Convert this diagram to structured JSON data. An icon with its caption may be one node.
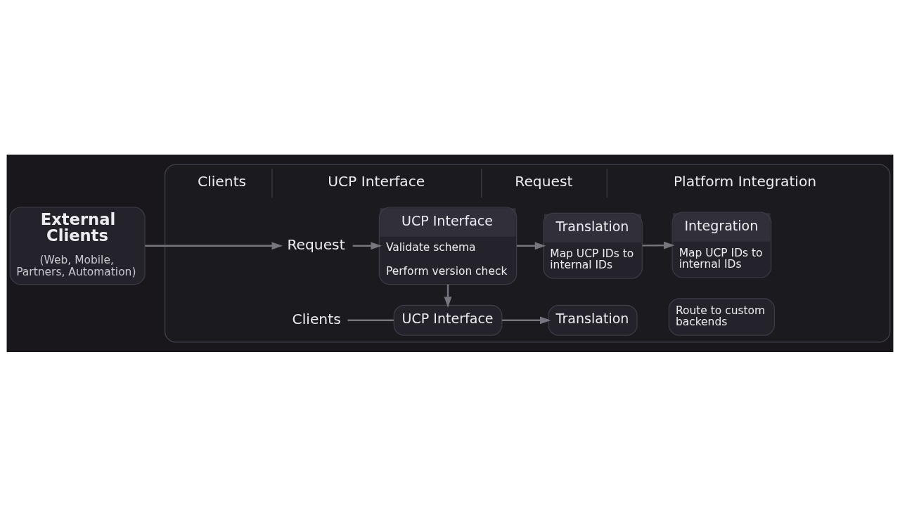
{
  "diagram": {
    "nodes": [
      {
        "text": [
          "External Clients",
          "(Web, Mobile, Partners, Automation)"
        ]
      },
      {
        "text": [
          "Clients",
          "UCP Interface",
          "Request",
          "Platform Integration"
        ]
      },
      {
        "text": [
          "Request"
        ],
        "in": 1
      },
      {
        "text": [
          "UCP Interface",
          "Validate schema",
          "Perform version check"
        ],
        "in": 1
      },
      {
        "text": [
          "Translation",
          "Map UCP IDs to internal IDs"
        ],
        "in": 1
      },
      {
        "text": [
          "Integration",
          "Map UCP IDs to internal IDs"
        ],
        "in": 1
      },
      {
        "text": [
          "Route to custom backends"
        ],
        "in": 1
      },
      {
        "text": [
          "Clients"
        ],
        "in": 1
      },
      {
        "text": [
          "UCP Interface"
        ],
        "in": 1
      },
      {
        "text": [
          "Translation"
        ],
        "in": 1
      }
    ],
    "edges": [
      {
        "from": 0,
        "to": 2,
        "arrow": "to"
      },
      {
        "from": 2,
        "to": 3,
        "arrow": "to"
      },
      {
        "from": 3,
        "to": 4,
        "arrow": "to"
      },
      {
        "from": 4,
        "to": 5,
        "arrow": "to"
      },
      {
        "from": 3,
        "to": 8,
        "arrow": "to"
      },
      {
        "from": 7,
        "to": 8,
        "arrow": "none"
      },
      {
        "from": 8,
        "to": 9,
        "arrow": "to"
      }
    ]
  }
}
